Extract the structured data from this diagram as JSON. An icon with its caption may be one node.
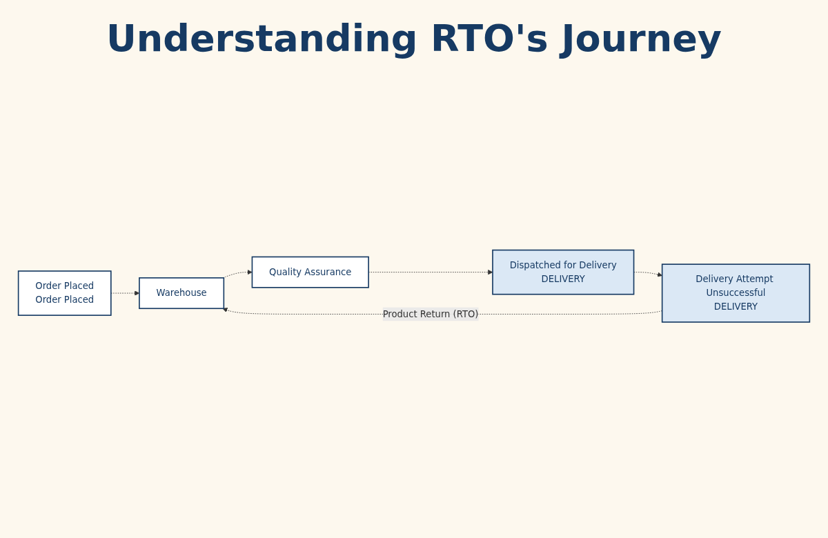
{
  "diagram": {
    "title": "Understanding RTO's Journey",
    "nodes": [
      {
        "text": [
          "Order Placed",
          "Order Placed"
        ]
      },
      {
        "text": [
          "Warehouse"
        ]
      },
      {
        "text": [
          "Quality Assurance"
        ]
      },
      {
        "text": [
          "Dispatched for Delivery",
          "DELIVERY"
        ]
      },
      {
        "text": [
          "Delivery Attempt Unsuccessful",
          "DELIVERY"
        ]
      }
    ],
    "edges": [
      {
        "from": 0,
        "to": 1,
        "arrow": "to",
        "style": "dashed"
      },
      {
        "from": 1,
        "to": 2,
        "arrow": "to",
        "style": "dashed"
      },
      {
        "from": 2,
        "to": 3,
        "arrow": "to",
        "style": "dashed"
      },
      {
        "from": 3,
        "to": 4,
        "arrow": "to",
        "style": "dashed"
      },
      {
        "from": 4,
        "to": 1,
        "arrow": "to",
        "style": "dashed",
        "label": "Product Return (RTO)"
      }
    ]
  }
}
